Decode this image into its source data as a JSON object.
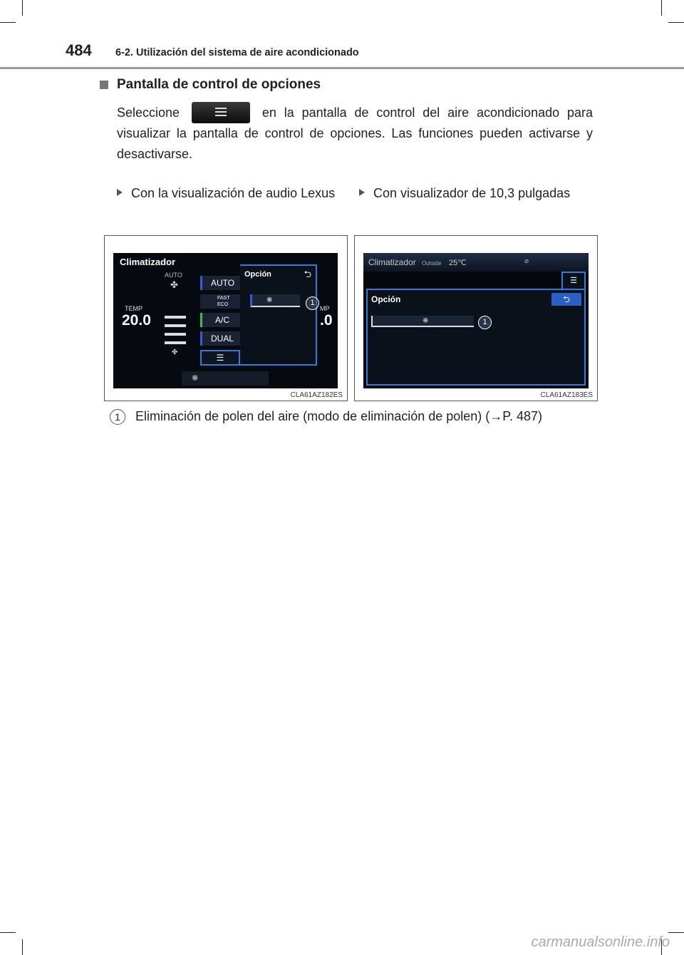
{
  "header": {
    "page_number": "484",
    "section_title": "6-2. Utilización del sistema de aire acondicionado"
  },
  "heading": "Pantalla de control de opciones",
  "paragraph": {
    "before_button": "Seleccione",
    "after_button": "en la pantalla de control del aire acondicionado para visualizar la pantalla de control de opciones. Las funciones pueden activarse y desactivarse."
  },
  "captions": {
    "left": "Con la visualización de audio Lexus",
    "right": "Con visualizador de 10,3 pulgadas"
  },
  "screen_left": {
    "title": "Climatizador",
    "auto_label": "AUTO",
    "temp_label": "TEMP",
    "temp_value": "20.0",
    "buttons": [
      "AUTO",
      "FAST ECO",
      "A/C",
      "DUAL"
    ],
    "option_title": "Opción",
    "right_temp_partial": ".0",
    "right_label_partial": "MP",
    "callout": "1",
    "code": "CLA61AZ182ES"
  },
  "screen_right": {
    "title": "Climatizador",
    "outside_label": "Outside",
    "outside_temp": "25℃",
    "option_title": "Opción",
    "callout": "1",
    "code": "CLA61AZ183ES"
  },
  "items": [
    {
      "number": "1",
      "text": "Eliminación de polen del aire (modo de eliminación de polen) (→P. 487)"
    }
  ],
  "watermark": "carmanualsonline.info"
}
